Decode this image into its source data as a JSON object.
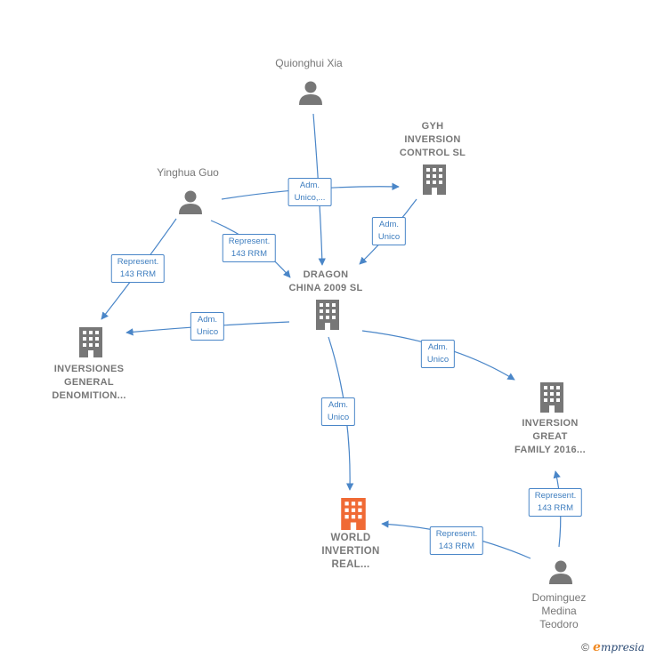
{
  "colors": {
    "edge": "#4a86c8",
    "company_icon": "#777777",
    "focus_icon": "#f06a35",
    "person_icon": "#777777",
    "text": "#777777"
  },
  "nodes": [
    {
      "id": "quionghui",
      "type": "person",
      "label": "Quionghui Xia",
      "icon": "person-icon"
    },
    {
      "id": "yinghua",
      "type": "person",
      "label": "Yinghua Guo",
      "icon": "person-icon"
    },
    {
      "id": "gyh",
      "type": "company",
      "label": "GYH\nINVERSION\nCONTROL  SL",
      "icon": "building-icon"
    },
    {
      "id": "dragon",
      "type": "company",
      "label": "DRAGON\nCHINA 2009 SL",
      "icon": "building-icon"
    },
    {
      "id": "inversiones",
      "type": "company",
      "label": "INVERSIONES\nGENERAL\nDENOMITION...",
      "icon": "building-icon"
    },
    {
      "id": "great",
      "type": "company",
      "label": "INVERSION\nGREAT\nFAMILY 2016...",
      "icon": "building-icon"
    },
    {
      "id": "world",
      "type": "focus",
      "label": "WORLD\nINVERTION\nREAL...",
      "icon": "building-icon"
    },
    {
      "id": "dominguez",
      "type": "person",
      "label": "Dominguez\nMedina\nTeodoro",
      "icon": "person-icon"
    }
  ],
  "edge_labels": [
    {
      "id": "qx-dragon",
      "text": "Adm.\nUnico,..."
    },
    {
      "id": "gyh-dragon",
      "text": "Adm.\nUnico"
    },
    {
      "id": "yg-dragon",
      "text": "Represent.\n143 RRM"
    },
    {
      "id": "yg-inversiones",
      "text": "Represent.\n143 RRM"
    },
    {
      "id": "dragon-inversiones",
      "text": "Adm.\nUnico"
    },
    {
      "id": "dragon-great",
      "text": "Adm.\nUnico"
    },
    {
      "id": "dragon-world",
      "text": "Adm.\nUnico"
    },
    {
      "id": "dom-great",
      "text": "Represent.\n143 RRM"
    },
    {
      "id": "dom-world",
      "text": "Represent.\n143 RRM"
    }
  ],
  "footer": {
    "copyright": "©",
    "brand_e": "e",
    "brand_rest": "mpresia"
  }
}
